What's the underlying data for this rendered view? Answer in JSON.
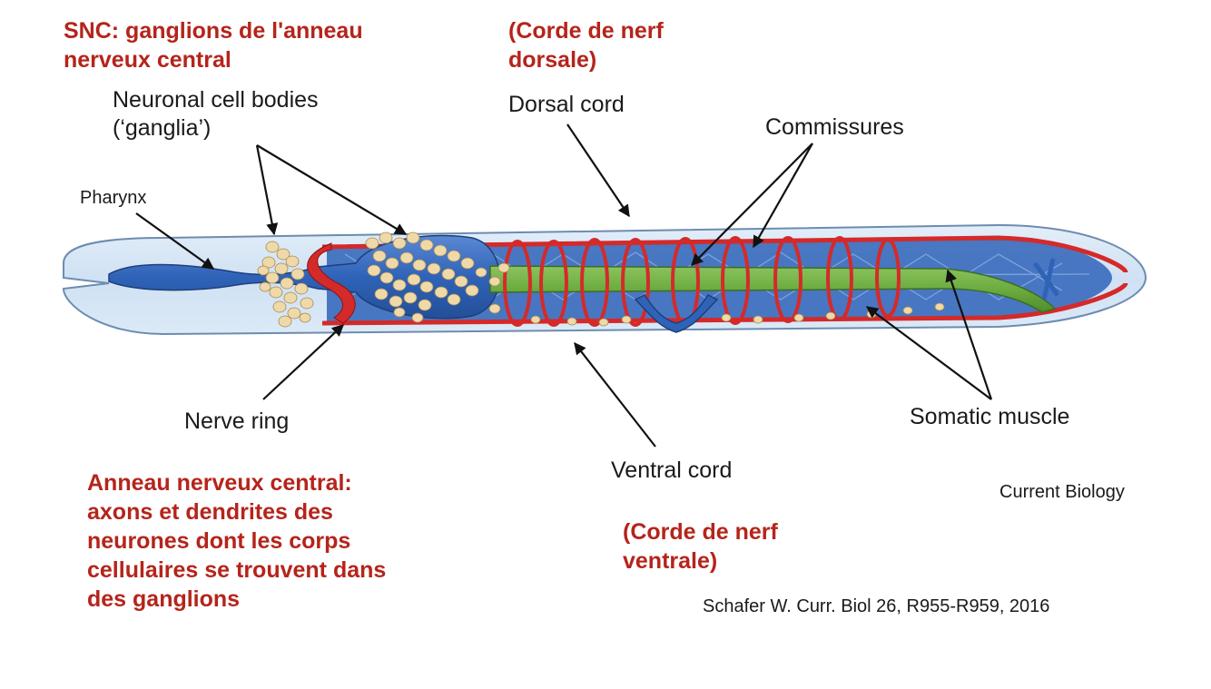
{
  "annotations": {
    "snc_title": [
      "SNC: ganglions de l'anneau",
      "nerveux central"
    ],
    "corde_dorsale": [
      "(Corde de nerf",
      "dorsale)"
    ],
    "anneau_central": [
      "Anneau nerveux central:",
      "axons et dendrites des",
      "neurones dont les corps",
      "cellulaires se trouvent dans",
      "des ganglions"
    ],
    "corde_ventrale": [
      "(Corde de nerf",
      "ventrale)"
    ]
  },
  "labels": {
    "neuronal_cell_bodies": [
      "Neuronal cell bodies",
      "(‘ganglia’)"
    ],
    "dorsal_cord": "Dorsal cord",
    "commissures": "Commissures",
    "pharynx": "Pharynx",
    "nerve_ring": "Nerve ring",
    "somatic_muscle": "Somatic muscle",
    "ventral_cord": "Ventral cord",
    "current_biology": "Current Biology"
  },
  "citation": "Schafer W. Curr. Biol 26,  R955-R959, 2016",
  "colors": {
    "annotation_red": "#b5241b",
    "body_fill": "#d6e6f5",
    "muscle_blue": "#2f63b8",
    "nerve_red": "#d42a2a",
    "gut_green": "#6cac3f",
    "ganglia_beige": "#efd9a8"
  }
}
